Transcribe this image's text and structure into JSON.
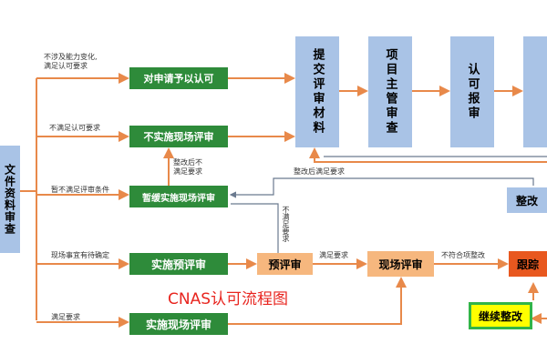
{
  "diagram": {
    "title": "CNAS认可流程图",
    "colors": {
      "arrow": "#e8894a",
      "green_box": "#2e8b3a",
      "blue_box": "#a9c3e6",
      "peach_box": "#f6b77e",
      "red_box": "#e8581f",
      "yellow_box": "#ffff00"
    },
    "nodes": {
      "doc_review": "文件资料审查",
      "recognize": "对申请予以认可",
      "no_onsite": "不实施现场评审",
      "suspend_onsite": "暂缓实施现场评审",
      "pre_review_do": "实施预评审",
      "onsite_do": "实施现场评审",
      "pre_review": "预评审",
      "onsite_review": "现场评审",
      "submit": "提交评审材料",
      "director": "项目主管审查",
      "approve_report": "认可报审",
      "rectify": "整改",
      "track": "跟踪",
      "continue_rectify": "继续整改"
    },
    "edge_labels": {
      "not_involve": "不涉及能力变化,\n满足认可要求",
      "not_meet": "不满足认可要求",
      "suspend_cond": "暂不满足评审条件",
      "pending": "现场事宜有待确定",
      "meets": "满足要求",
      "rectify_after_not": "整改后不\n满足要求",
      "rectify_after_meet": "整改后满足要求",
      "not_meet_vertical": "不满足要求",
      "meets_req": "满足要求",
      "nonconform": "不符合项整改"
    }
  }
}
